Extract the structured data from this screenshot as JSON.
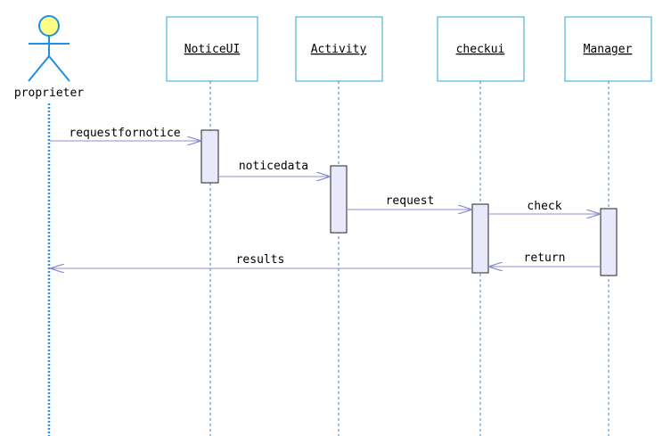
{
  "actor": {
    "label": "proprieter"
  },
  "lifelines": [
    {
      "id": "notice-ui",
      "label": "NoticeUI"
    },
    {
      "id": "activity",
      "label": "Activity"
    },
    {
      "id": "checkui",
      "label": "checkui"
    },
    {
      "id": "manager",
      "label": "Manager"
    }
  ],
  "messages": [
    {
      "id": "requestfornotice",
      "label": "requestfornotice",
      "from": "proprieter",
      "to": "NoticeUI",
      "kind": "call"
    },
    {
      "id": "noticedata",
      "label": "noticedata",
      "from": "NoticeUI",
      "to": "Activity",
      "kind": "call"
    },
    {
      "id": "request",
      "label": "request",
      "from": "Activity",
      "to": "checkui",
      "kind": "call"
    },
    {
      "id": "check",
      "label": "check",
      "from": "checkui",
      "to": "Manager",
      "kind": "call"
    },
    {
      "id": "return",
      "label": "return",
      "from": "Manager",
      "to": "checkui",
      "kind": "return"
    },
    {
      "id": "results",
      "label": "results",
      "from": "checkui",
      "to": "proprieter",
      "kind": "return"
    }
  ],
  "colors": {
    "actor_stroke": "#1e90e6",
    "actor_head_fill": "#ffff88",
    "lifeline_box_stroke": "#2aa7d8",
    "lifeline_box_fill": "#ffffff",
    "lifeline_dash": "#2e8ee0",
    "activation_fill": "#e9e9fb",
    "activation_stroke": "#222222",
    "message_line": "#8c8ccc"
  }
}
